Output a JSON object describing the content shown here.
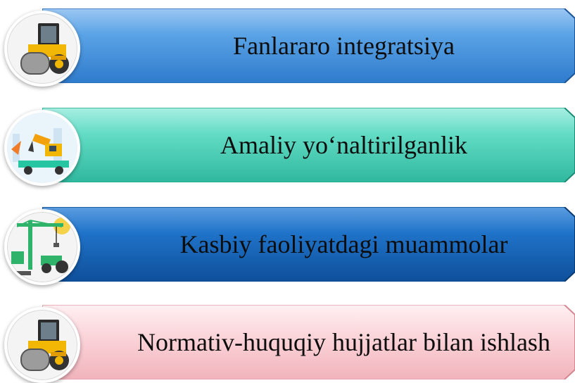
{
  "items": [
    {
      "label": "Fanlararo integratsiya",
      "icon": "road-roller-icon",
      "color": "#4f9be0"
    },
    {
      "label": "Amaliy yo‘naltirilganlik",
      "icon": "excavator-truck-icon",
      "color": "#5fd9c2"
    },
    {
      "label": "Kasbiy faoliyatdagi muammolar",
      "icon": "crane-machinery-icon",
      "color": "#1f6fc4"
    },
    {
      "label": "Normativ-huquqiy hujjatlar bilan ishlash",
      "icon": "road-roller-icon",
      "color": "#f7cfd4"
    }
  ]
}
